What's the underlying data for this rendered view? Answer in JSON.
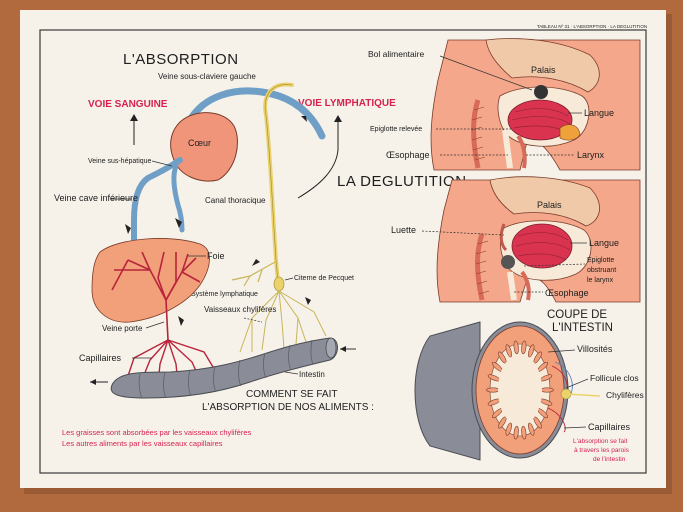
{
  "poster": {
    "header": "TABLEAU Nº 31 · L'ABSORPTION · LA DEGLUTITION",
    "absorption": {
      "title": "L'ABSORPTION",
      "subclavian": "Veine sous-claviere gauche",
      "blood_path": "VOIE SANGUINE",
      "lymph_path": "VOIE LYMPHATIQUE",
      "heart": "Cœur",
      "hepatic_vein": "Veine sus-hépatique",
      "vena_cava": "Veine cave inférieure",
      "thoracic_canal": "Canal thoracique",
      "liver": "Foie",
      "pecquet": "Citerne de Pecquet",
      "lymph_system": "Système lymphatique",
      "chyle_vessels": "Vaisseaux chylifères",
      "portal_vein": "Veine porte",
      "capillaries": "Capillaires",
      "intestine": "Intestin",
      "question_line1": "COMMENT SE FAIT",
      "question_line2": "L'ABSORPTION DE NOS ALIMENTS :",
      "note1": "Les graisses sont absorbées par les vaisseaux chylifères",
      "note2": "Les autres aliments par les vaisseaux capillaires"
    },
    "deglutition": {
      "title": "LA DEGLUTITION",
      "bolus": "Bol alimentaire",
      "palate_top": "Palais",
      "tongue_top": "Langue",
      "epiglottis_raised": "Epiglotte relevée",
      "esophagus_top": "Œsophage",
      "larynx": "Larynx",
      "uvula": "Luette",
      "palate_bottom": "Palais",
      "tongue_bottom": "Langue",
      "epiglottis_closing_1": "Epiglotte",
      "epiglottis_closing_2": "obstruant",
      "epiglottis_closing_3": "le larynx",
      "esophagus_bottom": "Œsophage"
    },
    "intestine_section": {
      "title_line1": "COUPE DE",
      "title_line2": "L'INTESTIN",
      "villi": "Villosités",
      "follicle": "Follicule clos",
      "chyle": "Chylifères",
      "capillaries": "Capillaires",
      "note1": "L'absorption se fait",
      "note2": "à travers les parois",
      "note3": "de l'intestin"
    },
    "colors": {
      "background": "#b06a3e",
      "paper": "#f6f2ea",
      "flesh": "#f2a07a",
      "red_text": "#d6224f",
      "vein_blue": "#6f9fc6",
      "lymph_yellow": "#ecd26b",
      "intestine_grey": "#8a8d97"
    }
  }
}
